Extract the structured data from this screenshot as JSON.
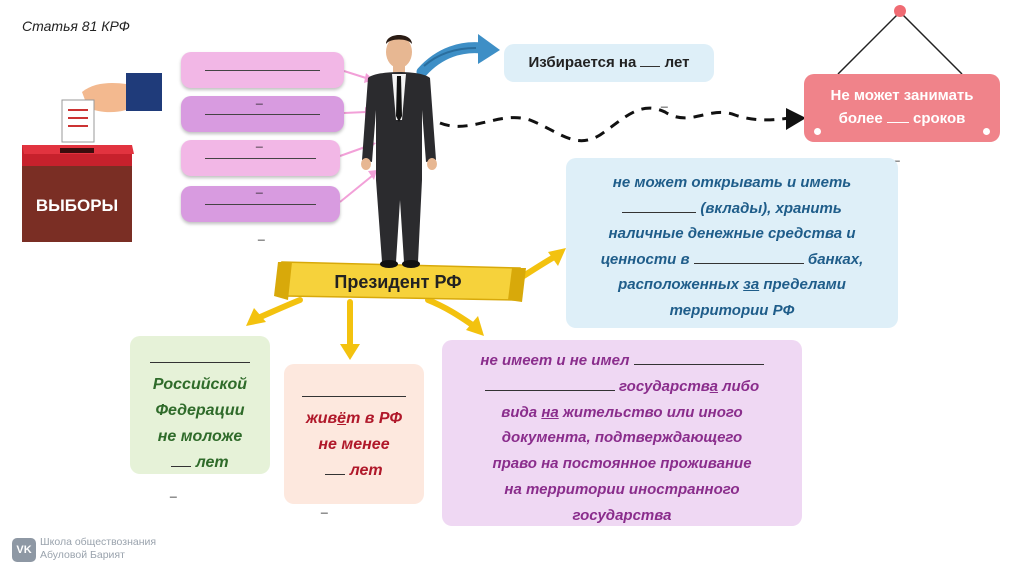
{
  "header": {
    "title": "Статья 81 КРФ"
  },
  "ballot": {
    "label": "ВЫБОРЫ"
  },
  "elected": {
    "before": "Избирается на",
    "after": "лет"
  },
  "term_limit": {
    "line1": "Не может занимать",
    "line2a": "более",
    "line2b": "сроков"
  },
  "center_label": "Президент РФ",
  "accounts": {
    "line1": "не может открывать и иметь",
    "line2": "(вклады), хранить",
    "line3": "наличные денежные средства и",
    "line4a": "ценности в",
    "line4b": "банках,",
    "line5a": "расположенных",
    "line5u": "за",
    "line5b": "пределами",
    "line6": "территории РФ"
  },
  "citizen": {
    "line1": "Российской",
    "line2": "Федерации",
    "line3": "не моложе",
    "line4": "лет"
  },
  "residence": {
    "w1": "жив",
    "wu": "ё",
    "w2": "т в РФ",
    "line2": "не менее",
    "line3": "лет"
  },
  "foreign": {
    "line1": "не имеет и не имел",
    "line2a": "государств",
    "line2u": "а",
    "line2b": "либо",
    "line3a": "вида",
    "line3u": "на",
    "line3b": "жительство или иного",
    "line4": "документа, подтверждающего",
    "line5": "право на постоянное проживание",
    "line6": "на территории иностранного",
    "line7": "государства"
  },
  "stray_dash": "_",
  "watermark": {
    "icon": "VK",
    "line1": "Школа обществознания",
    "line2": "Абуловой Барият"
  },
  "colors": {
    "pink_pill": "#f2b7e6",
    "purple_pill": "#d89be0",
    "blue_box": "#deeff8",
    "red_box": "#f0838a",
    "green_box": "#e6f2d8",
    "peach_box": "#fde8de",
    "lavender_box": "#efd8f3",
    "yellow_arrow": "#f3c20f",
    "blue_text": "#1f5d8a",
    "green_text": "#2f6b2a",
    "red_text": "#b0182a",
    "purple_text": "#8a2d8c"
  }
}
